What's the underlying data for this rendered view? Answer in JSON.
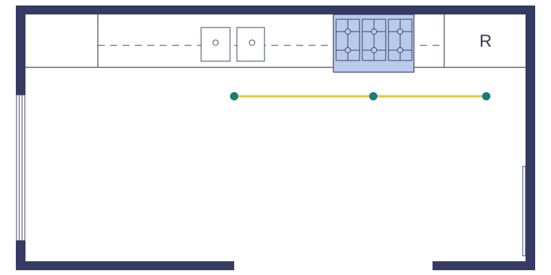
{
  "colors": {
    "wall": "#363b63",
    "line": "#363b63",
    "range_fill": "#b8cbea",
    "track": "#e8c13a",
    "fixture": "#167d78",
    "background": "#ffffff"
  },
  "labels": {
    "refrigerator": "R"
  },
  "icons": {
    "sinks": [
      "sink-bowl-icon",
      "sink-bowl-icon"
    ],
    "range": "gas-range-icon",
    "fixtures": [
      "pendant-light-icon",
      "pendant-light-icon",
      "pendant-light-icon"
    ]
  },
  "counts": {
    "sink_bowls": 2,
    "burner_sections": 3,
    "track_lights": 3
  }
}
